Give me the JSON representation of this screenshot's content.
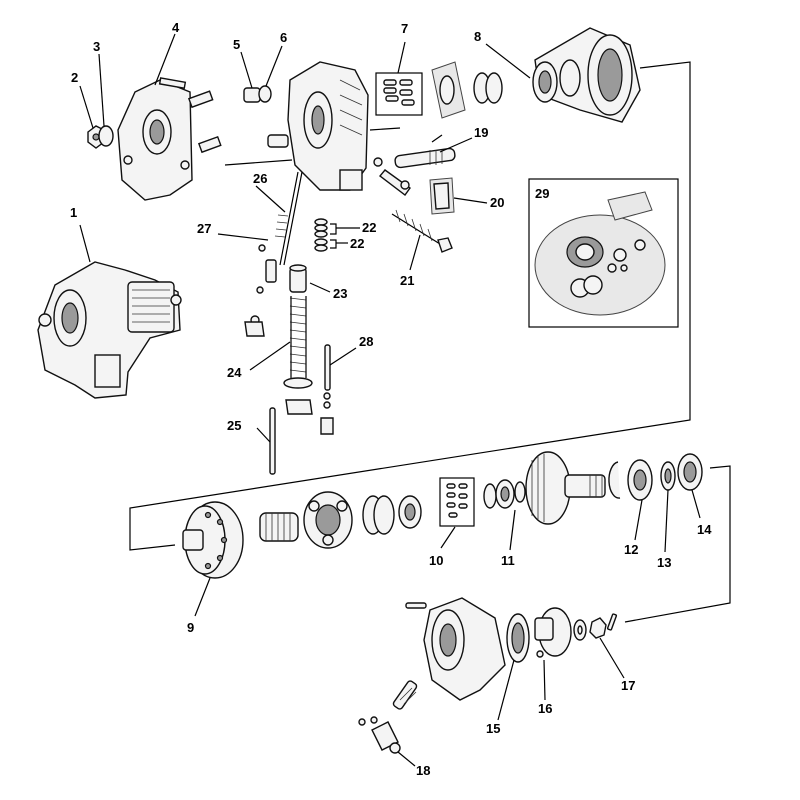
{
  "callouts": [
    {
      "id": "c1",
      "text": "1"
    },
    {
      "id": "c2",
      "text": "2"
    },
    {
      "id": "c3",
      "text": "3"
    },
    {
      "id": "c4",
      "text": "4"
    },
    {
      "id": "c5",
      "text": "5"
    },
    {
      "id": "c6",
      "text": "6"
    },
    {
      "id": "c7",
      "text": "7"
    },
    {
      "id": "c8",
      "text": "8"
    },
    {
      "id": "c9",
      "text": "9"
    },
    {
      "id": "c10",
      "text": "10"
    },
    {
      "id": "c11",
      "text": "11"
    },
    {
      "id": "c12",
      "text": "12"
    },
    {
      "id": "c13",
      "text": "13"
    },
    {
      "id": "c14",
      "text": "14"
    },
    {
      "id": "c15",
      "text": "15"
    },
    {
      "id": "c16",
      "text": "16"
    },
    {
      "id": "c17",
      "text": "17"
    },
    {
      "id": "c18",
      "text": "18"
    },
    {
      "id": "c19",
      "text": "19"
    },
    {
      "id": "c20",
      "text": "20"
    },
    {
      "id": "c21",
      "text": "21"
    },
    {
      "id": "c22a",
      "text": "22"
    },
    {
      "id": "c22b",
      "text": "22"
    },
    {
      "id": "c23",
      "text": "23"
    },
    {
      "id": "c24",
      "text": "24"
    },
    {
      "id": "c25",
      "text": "25"
    },
    {
      "id": "c26",
      "text": "26"
    },
    {
      "id": "c27",
      "text": "27"
    },
    {
      "id": "c28",
      "text": "28"
    },
    {
      "id": "c29",
      "text": "29"
    }
  ]
}
